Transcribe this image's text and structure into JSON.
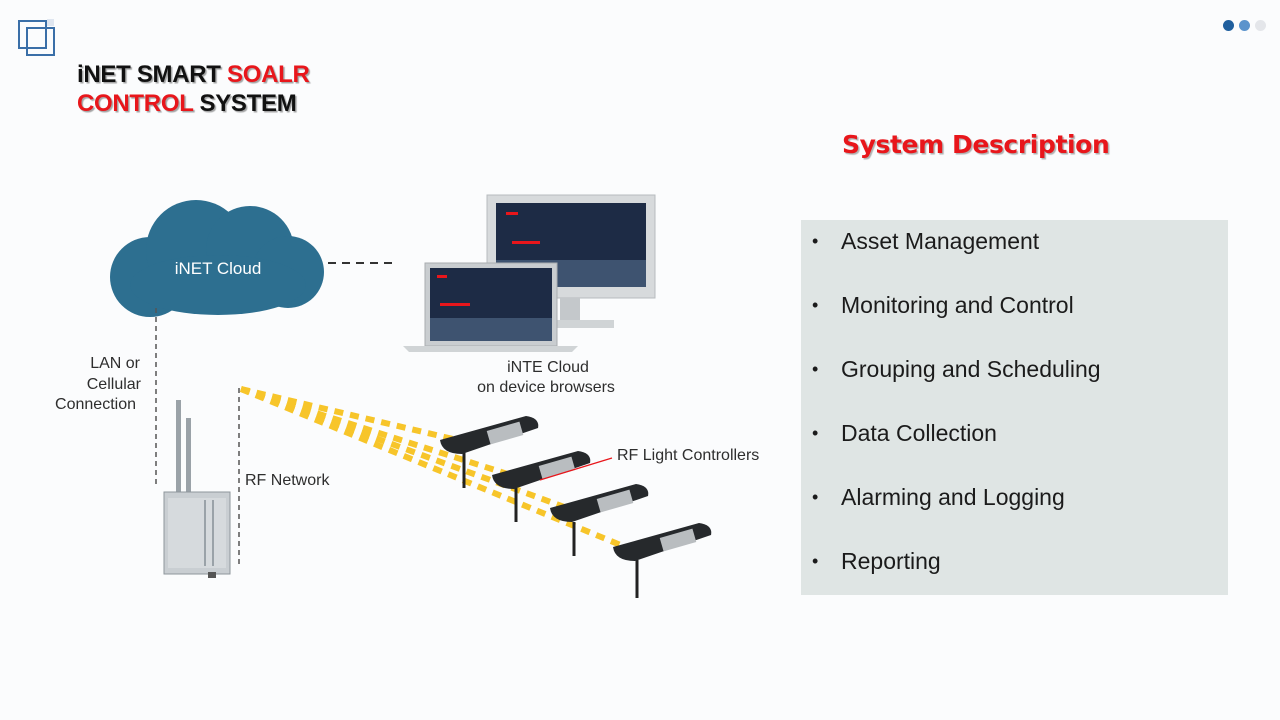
{
  "slide": {
    "title_line1_part1": "iNET SMART",
    "title_line1_part2": "SOALR",
    "title_line2_part1": "CONTROL",
    "title_line2_part2": "SYSTEM",
    "description_heading": "System Description"
  },
  "features": [
    "Asset Management",
    "Monitoring and Control",
    "Grouping and Scheduling",
    "Data Collection",
    "Alarming and Logging",
    "Reporting"
  ],
  "diagram": {
    "cloud_label": "iNET Cloud",
    "link_label_line1": "LAN or",
    "link_label_line2": "Cellular",
    "link_label_line3": "Connection",
    "rf_network_label": "RF Network",
    "rf_controllers_label": "RF Light Controllers",
    "browser_label_line1": "iNTE Cloud",
    "browser_label_line2": "on device browsers"
  },
  "colors": {
    "accent_red": "#e8161b",
    "cloud_blue": "#2d6f90",
    "rf_yellow": "#f7c52a",
    "panel_bg": "#dfe5e4",
    "dot_dark": "#1f5f9e",
    "dot_mid": "#5b93cc",
    "dot_light": "#e4e6ea"
  }
}
